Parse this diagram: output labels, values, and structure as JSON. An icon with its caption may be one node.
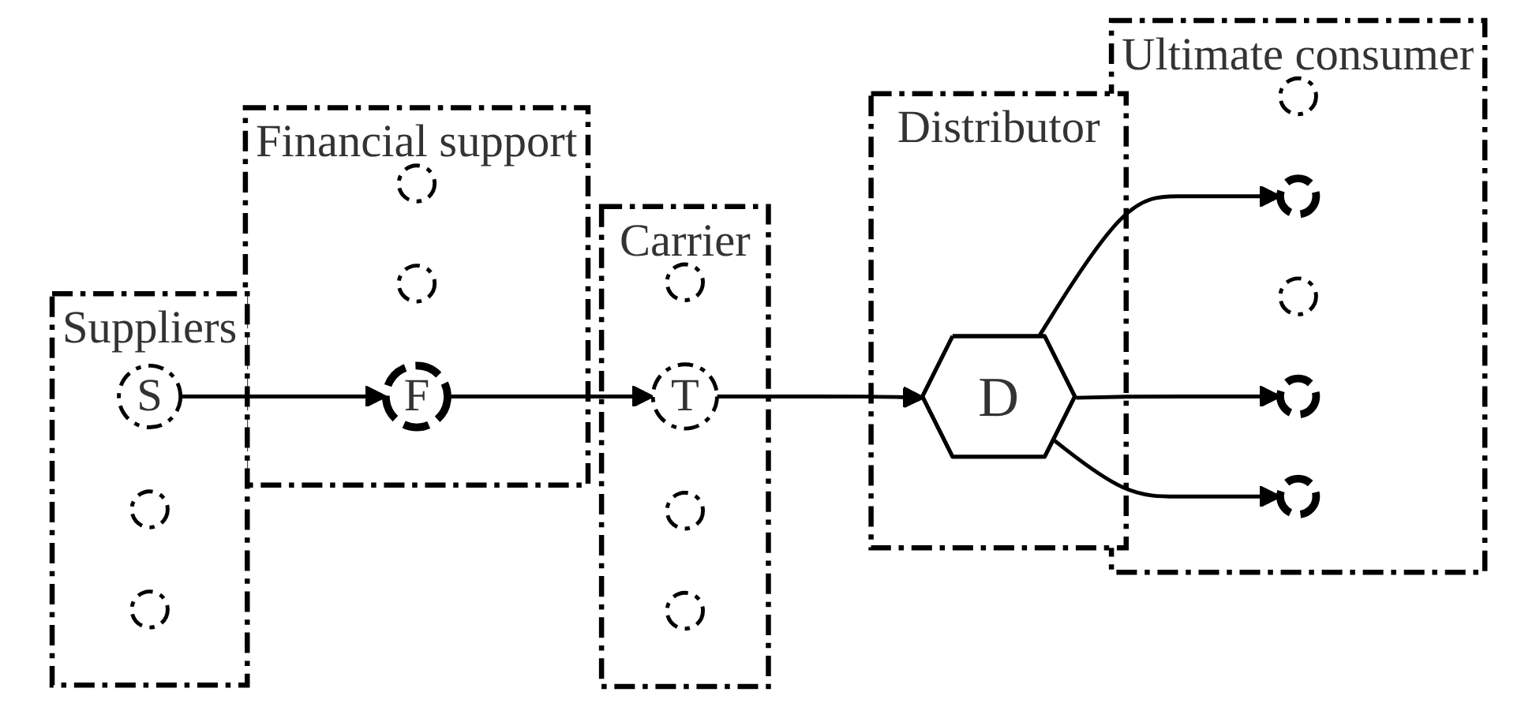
{
  "diagram": {
    "nodes": [
      {
        "text": [
          "Suppliers"
        ]
      },
      {
        "text": [
          "S"
        ],
        "in": 0
      },
      {
        "text": [],
        "shape": "circle",
        "in": 0
      },
      {
        "text": [],
        "shape": "circle",
        "in": 0
      },
      {
        "text": [
          "Financial support"
        ]
      },
      {
        "text": [],
        "shape": "circle",
        "in": 4
      },
      {
        "text": [],
        "shape": "circle",
        "in": 4
      },
      {
        "text": [
          "F"
        ],
        "in": 4
      },
      {
        "text": [
          "Carrier"
        ]
      },
      {
        "text": [],
        "shape": "circle",
        "in": 8
      },
      {
        "text": [
          "T"
        ],
        "in": 8
      },
      {
        "text": [],
        "shape": "circle",
        "in": 8
      },
      {
        "text": [],
        "shape": "circle",
        "in": 8
      },
      {
        "text": [
          "Distributor"
        ]
      },
      {
        "text": [
          "D"
        ],
        "in": 13
      },
      {
        "text": [
          "Ultimate consumer"
        ]
      },
      {
        "text": [],
        "shape": "circle",
        "in": 15
      },
      {
        "text": [],
        "shape": "circle",
        "in": 15
      },
      {
        "text": [],
        "shape": "circle",
        "in": 15
      },
      {
        "text": [],
        "shape": "circle",
        "in": 15
      },
      {
        "text": [],
        "shape": "circle",
        "in": 15
      }
    ],
    "edges": [
      {
        "from": 1,
        "to": 7,
        "arrow": "to"
      },
      {
        "from": 7,
        "to": 10,
        "arrow": "to"
      },
      {
        "from": 10,
        "to": 14,
        "arrow": "to"
      },
      {
        "from": 14,
        "to": 17,
        "arrow": "to"
      },
      {
        "from": 14,
        "to": 19,
        "arrow": "to"
      },
      {
        "from": 14,
        "to": 20,
        "arrow": "to"
      }
    ]
  }
}
